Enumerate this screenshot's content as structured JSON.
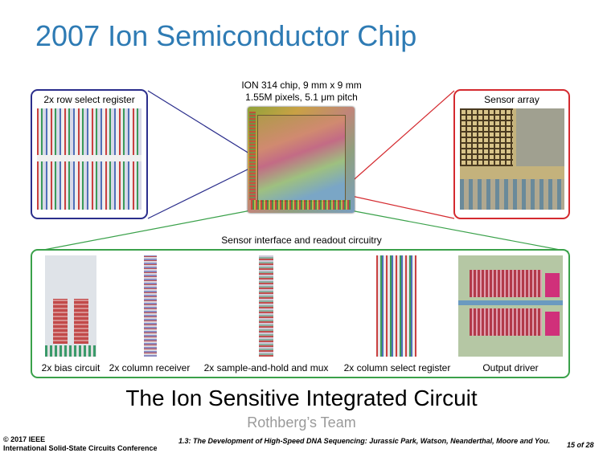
{
  "slide": {
    "title": "2007 Ion Semiconductor Chip",
    "subtitle": "The Ion Sensitive Integrated Circuit",
    "team": "Rothberg’s Team"
  },
  "chip": {
    "caption_line1": "ION 314 chip, 9 mm x 9 mm",
    "caption_line2": "1.55M pixels, 5.1 μm pitch"
  },
  "panels": {
    "row_select": "2x row select register",
    "sensor_array": "Sensor array",
    "interface": "Sensor interface and readout circuitry",
    "bias": "2x bias circuit",
    "col_receiver": "2x column receiver",
    "sample_hold": "2x sample-and-hold and mux",
    "col_select": "2x column select register",
    "output_driver": "Output driver"
  },
  "colors": {
    "title": "#2e7bb4",
    "row_select_border": "#2b2e8c",
    "sensor_border": "#d42a2f",
    "interface_border": "#3aa14a"
  },
  "footer": {
    "copyright": "© 2017 IEEE",
    "conference": "International Solid-State Circuits Conference",
    "session": "1.3: The Development of High-Speed DNA Sequencing: Jurassic Park, Watson, Neanderthal, Moore and You.",
    "page": "15 of 28"
  }
}
